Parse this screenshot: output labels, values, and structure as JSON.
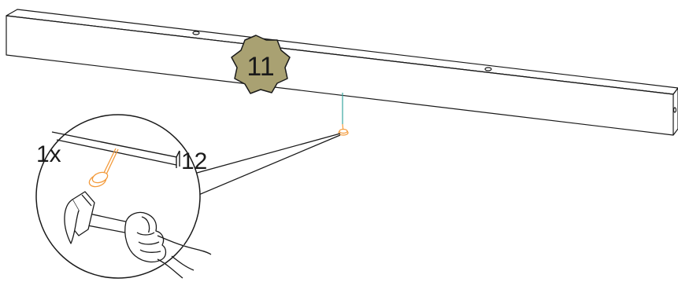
{
  "step": {
    "number": "11"
  },
  "callout": {
    "quantity": "1x",
    "part_id": "12"
  },
  "icons": {
    "badge": "step-badge-icon",
    "hammer": "hammer-icon",
    "hand": "hand-icon",
    "nail": "nail-icon",
    "panel": "wooden-panel"
  },
  "colors": {
    "badge_fill": "#a9a172",
    "nail_orange": "#f39a3a",
    "guide_teal": "#3aa6a0",
    "line": "#1a1a1a"
  }
}
